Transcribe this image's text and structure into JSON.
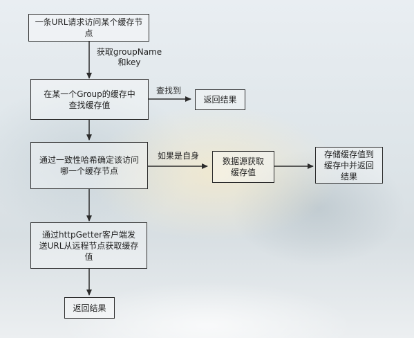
{
  "nodes": {
    "start": "一条URL请求访问某个缓存节点",
    "lookup": "在某一个Group的缓存中查找缓存值",
    "return1": "返回结果",
    "hash": "通过一致性哈希确定该访问哪一个缓存节点",
    "datasource": "数据源获取缓存值",
    "store": "存储缓存值到缓存中并返回结果",
    "httpgetter": "通过httpGetter客户端发送URL从远程节点获取缓存值",
    "return2": "返回结果"
  },
  "edges": {
    "get_group_key": "获取groupName\n和key",
    "found": "查找到",
    "if_self": "如果是自身"
  }
}
